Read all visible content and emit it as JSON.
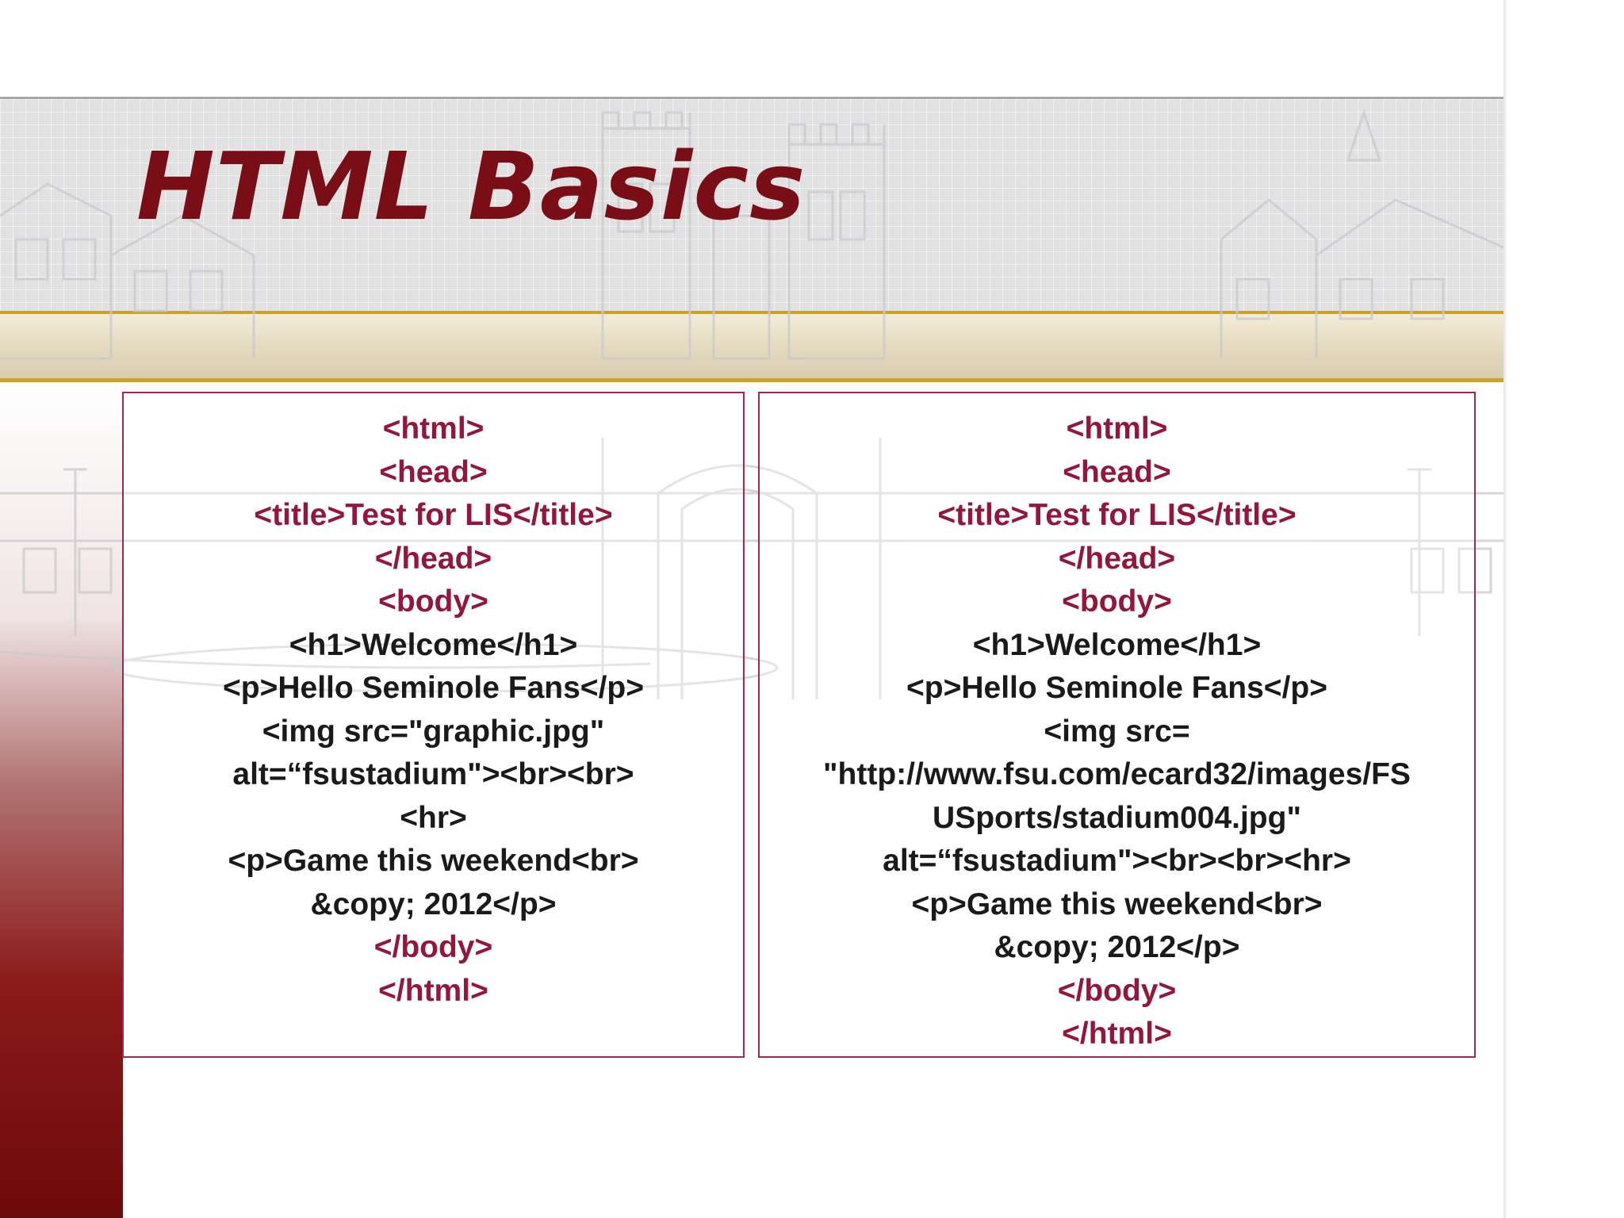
{
  "slide": {
    "title": "HTML Basics",
    "colors": {
      "title": "#7a0e16",
      "tag": "#93173c",
      "code": "#1a1a1a",
      "box_border": "#9b2a4c",
      "gold_rule": "#c9a227",
      "sidebar": "#6d0a0a"
    },
    "left_box": {
      "lines": [
        {
          "text": "<html>",
          "kind": "tag"
        },
        {
          "text": "<head>",
          "kind": "tag"
        },
        {
          "text": "<title>Test for LIS</title>",
          "kind": "tag"
        },
        {
          "text": "</head>",
          "kind": "tag"
        },
        {
          "text": "<body>",
          "kind": "tag"
        },
        {
          "text": "<h1>Welcome</h1>",
          "kind": "code"
        },
        {
          "text": "<p>Hello Seminole Fans</p>",
          "kind": "code"
        },
        {
          "text": "<img src=\"graphic.jpg\"",
          "kind": "code"
        },
        {
          "text": "alt=“fsustadium\"><br><br>",
          "kind": "code"
        },
        {
          "text": "<hr>",
          "kind": "code"
        },
        {
          "text": "<p>Game this weekend<br>",
          "kind": "code"
        },
        {
          "text": "&copy; 2012</p>",
          "kind": "code"
        },
        {
          "text": "</body>",
          "kind": "tag"
        },
        {
          "text": "</html>",
          "kind": "tag"
        }
      ]
    },
    "right_box": {
      "lines": [
        {
          "text": "<html>",
          "kind": "tag"
        },
        {
          "text": "<head>",
          "kind": "tag"
        },
        {
          "text": "<title>Test for LIS</title>",
          "kind": "tag"
        },
        {
          "text": "</head>",
          "kind": "tag"
        },
        {
          "text": "<body>",
          "kind": "tag"
        },
        {
          "text": "<h1>Welcome</h1>",
          "kind": "code"
        },
        {
          "text": "<p>Hello Seminole Fans</p>",
          "kind": "code"
        },
        {
          "text": "<img src=",
          "kind": "code"
        },
        {
          "text": "\"http://www.fsu.com/ecard32/images/FS",
          "kind": "code"
        },
        {
          "text": "USports/stadium004.jpg\"",
          "kind": "code"
        },
        {
          "text": "alt=“fsustadium\"><br><br><hr>",
          "kind": "code"
        },
        {
          "text": "<p>Game this weekend<br>",
          "kind": "code"
        },
        {
          "text": "&copy; 2012</p>",
          "kind": "code"
        },
        {
          "text": "</body>",
          "kind": "tag"
        },
        {
          "text": "</html>",
          "kind": "tag"
        }
      ]
    }
  }
}
